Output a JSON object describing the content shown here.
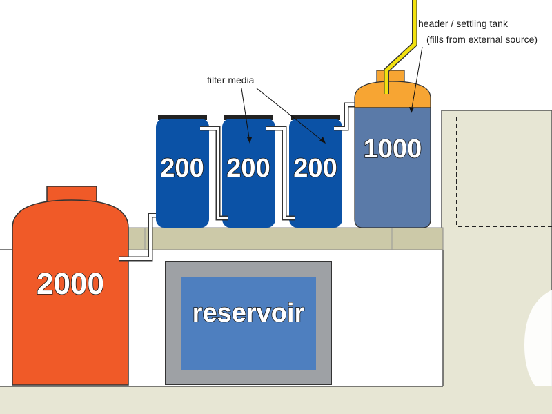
{
  "tanks": {
    "large": {
      "label": "2000"
    },
    "filter_1": {
      "label": "200"
    },
    "filter_2": {
      "label": "200"
    },
    "filter_3": {
      "label": "200"
    },
    "header": {
      "label": "1000"
    }
  },
  "reservoir": {
    "label": "reservoir"
  },
  "annotations": {
    "filter_media": "filter media",
    "header_line1": "header / settling tank",
    "header_line2": "(fills from external source)"
  },
  "colors": {
    "large_tank": "#f05a28",
    "filter_tank": "#0b52a6",
    "header_tank_water": "#5a7aa8",
    "header_tank_top": "#f7a533",
    "reservoir_water": "#4e7fbf",
    "reservoir_frame": "#9ea1a5",
    "shelf": "#ccc9a8",
    "inlet_pipe": "#f2e10f"
  }
}
